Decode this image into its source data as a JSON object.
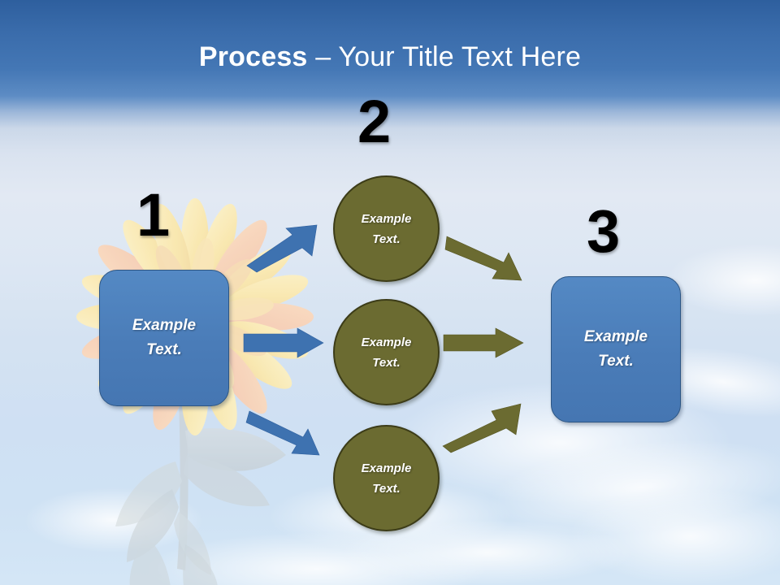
{
  "slide": {
    "title_bold": "Process",
    "title_rest": " – Your Title Text Here",
    "background": {
      "sky_top_color": "#2e5f9e",
      "sky_bottom_color": "#d4e6f6",
      "photo": "sunflower-against-sky"
    }
  },
  "theme": {
    "blue": "#4A7CB8",
    "blue_border": "#2D5684",
    "olive": "#6B6B31",
    "olive_border": "#3C3C18",
    "number_color": "#000000",
    "text_color": "#FFFFFF"
  },
  "steps": [
    {
      "number": "1",
      "label": "step-one"
    },
    {
      "number": "2",
      "label": "step-two"
    },
    {
      "number": "3",
      "label": "step-three"
    }
  ],
  "nodes": {
    "start_box": {
      "line1": "Example",
      "line2": "Text."
    },
    "end_box": {
      "line1": "Example",
      "line2": "Text."
    },
    "circles": [
      {
        "line1": "Example",
        "line2": "Text."
      },
      {
        "line1": "Example",
        "line2": "Text."
      },
      {
        "line1": "Example",
        "line2": "Text."
      }
    ]
  },
  "arrows": [
    {
      "name": "arrow-start-to-circle-1",
      "color": "#3E72B0",
      "direction": "up-right"
    },
    {
      "name": "arrow-start-to-circle-2",
      "color": "#3E72B0",
      "direction": "right"
    },
    {
      "name": "arrow-start-to-circle-3",
      "color": "#3E72B0",
      "direction": "down-right"
    },
    {
      "name": "arrow-circle-1-to-end",
      "color": "#6B6B31",
      "direction": "down-right"
    },
    {
      "name": "arrow-circle-2-to-end",
      "color": "#6B6B31",
      "direction": "right"
    },
    {
      "name": "arrow-circle-3-to-end",
      "color": "#6B6B31",
      "direction": "up-right"
    }
  ]
}
